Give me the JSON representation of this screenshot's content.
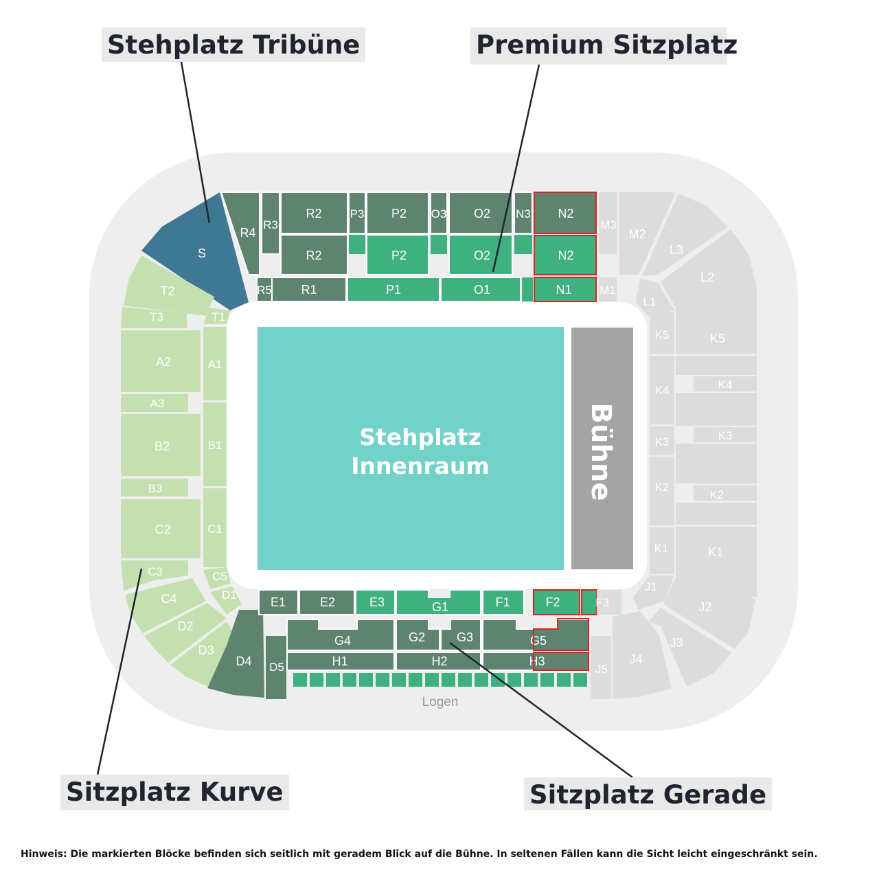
{
  "callouts": {
    "stehplatz_tribuene": "Stehplatz Tribüne",
    "premium_sitzplatz": "Premium Sitzplatz",
    "sitzplatz_kurve": "Sitzplatz Kurve",
    "sitzplatz_gerade": "Sitzplatz Gerade"
  },
  "field": {
    "line1": "Stehplatz",
    "line2": "Innenraum"
  },
  "stage_label": "Bühne",
  "logen_label": "Logen",
  "note": "Hinweis: Die markierten Blöcke befinden sich seitlich mit geradem Blick auf die Bühne. In seltenen Fällen kann die Sicht leicht eingeschränkt sein.",
  "colors": {
    "stehplatz_tribuene": "#3f7892",
    "sitzplatz_gerade_dark": "#5e8470",
    "premium_sitzplatz": "#3fb07f",
    "sitzplatz_kurve": "#c5e0b0",
    "unavailable": "#dcdcdc",
    "stehplatz_innenraum": "#72d1c8",
    "stage": "#a4a4a4",
    "marked_outline": "#e02020",
    "stadium_ring": "#eeeeee"
  },
  "blocks": {
    "S": "S",
    "R4": "R4",
    "R3": "R3",
    "R2a": "R2",
    "R2b": "R2",
    "R5": "R5",
    "R1": "R1",
    "P3": "P3",
    "P2a": "P2",
    "P2b": "P2",
    "P1": "P1",
    "O3": "O3",
    "O2a": "O2",
    "O2b": "O2",
    "O1": "O1",
    "N3": "N3",
    "N2a": "N2",
    "N2b": "N2",
    "N1": "N1",
    "M3": "M3",
    "M2": "M2",
    "M1": "M1",
    "L3": "L3",
    "L2": "L2",
    "L1": "L1",
    "K5a": "K5",
    "K5b": "K5",
    "K4a": "K4",
    "K4b": "K4",
    "K3a": "K3",
    "K3b": "K3",
    "K2a": "K2",
    "K2b": "K2",
    "K1a": "K1",
    "K1b": "K1",
    "J1": "J1",
    "J2": "J2",
    "J3": "J3",
    "J4": "J4",
    "J5": "J5",
    "T2": "T2",
    "T3": "T3",
    "T1": "T1",
    "A1": "A1",
    "A2": "A2",
    "A3": "A3",
    "B1": "B1",
    "B2": "B2",
    "B3": "B3",
    "C1": "C1",
    "C2": "C2",
    "C3": "C3",
    "C4": "C4",
    "C5": "C5",
    "D1": "D1",
    "D2": "D2",
    "D3": "D3",
    "D4": "D4",
    "D5": "D5",
    "E1": "E1",
    "E2": "E2",
    "E3": "E3",
    "F1": "F1",
    "F2": "F2",
    "F3": "F3",
    "G1": "G1",
    "G2": "G2",
    "G3": "G3",
    "G4": "G4",
    "G5": "G5",
    "H1": "H1",
    "H2": "H2",
    "H3": "H3"
  }
}
